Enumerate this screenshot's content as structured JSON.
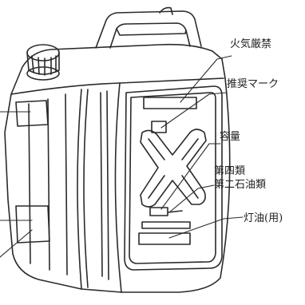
{
  "figure": {
    "labels": {
      "fire_prohibited": "火気厳禁",
      "recommended_mark": "推奨マーク",
      "capacity": "容量",
      "class_four": "第四類",
      "class_two_petroleum": "第二石油類",
      "kerosene_use": "灯油(用)"
    },
    "colors": {
      "line": "#2a2a2a",
      "background": "#ffffff"
    }
  }
}
